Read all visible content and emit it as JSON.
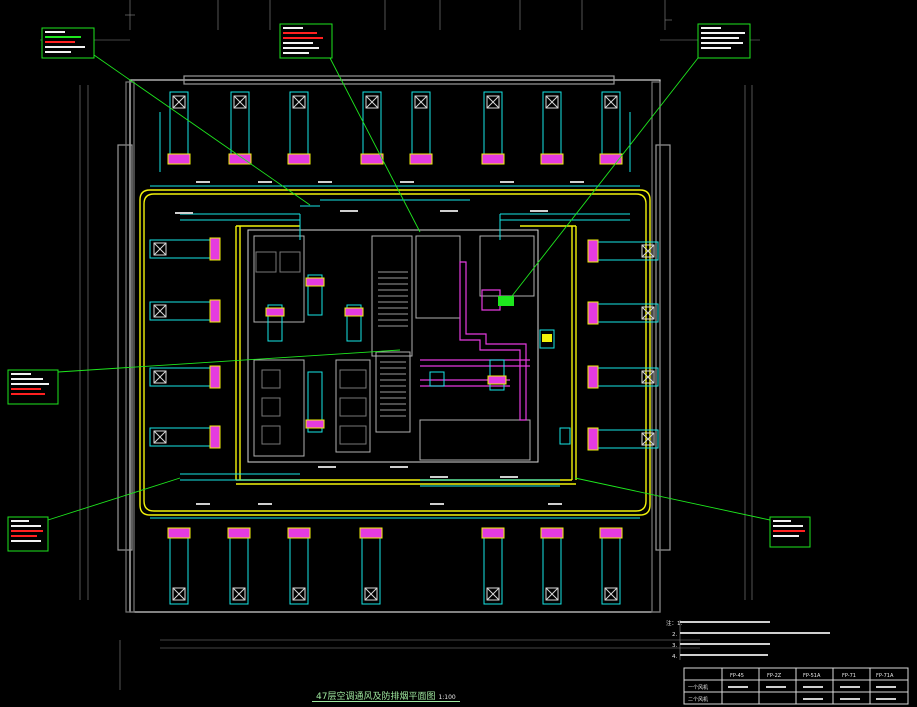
{
  "drawing": {
    "title": "47层空调通风及防排烟平面图",
    "scale": "1:100"
  },
  "colors": {
    "background": "#000000",
    "duct_yellow": "#f2f20a",
    "duct_cyan": "#16e6e6",
    "wall_white": "#d8d8d8",
    "fan_coil_magenta": "#e53be0",
    "leader_green": "#1ee61e",
    "callout_red": "#ff2020",
    "dim_gray": "#9a9a9a"
  },
  "notes": {
    "lines": [
      "注：1.",
      "2.",
      "3.",
      "4."
    ]
  },
  "legend_table": {
    "headers": [
      "FP-45",
      "FP-2Z",
      "FP-51A",
      "FP-71",
      "FP-71A"
    ],
    "rows": [
      "一个风机",
      "二个风机"
    ]
  },
  "callouts": {
    "count": 6,
    "text": "unreadable"
  }
}
